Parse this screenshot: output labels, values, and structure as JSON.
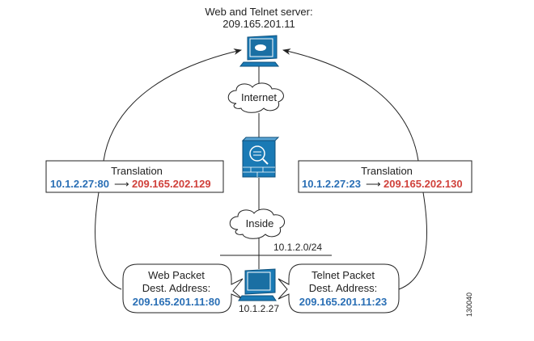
{
  "server": {
    "title": "Web and Telnet server:",
    "ip": "209.165.201.11"
  },
  "clouds": {
    "internet": "Internet",
    "inside": "Inside"
  },
  "subnet": "10.1.2.0/24",
  "host_ip": "10.1.2.27",
  "translation_left": {
    "title": "Translation",
    "from": "10.1.2.27:80",
    "to": "209.165.202.129"
  },
  "translation_right": {
    "title": "Translation",
    "from": "10.1.2.27:23",
    "to": "209.165.202.130"
  },
  "packet_left": {
    "line1": "Web Packet",
    "line2": "Dest. Address:",
    "address": "209.165.201.11:80"
  },
  "packet_right": {
    "line1": "Telnet Packet",
    "line2": "Dest. Address:",
    "address": "209.165.201.11:23"
  },
  "figure_id": "130040",
  "colors": {
    "device": "#1a7ab5",
    "source": "#2a6fb5",
    "mapped": "#d0413b"
  }
}
